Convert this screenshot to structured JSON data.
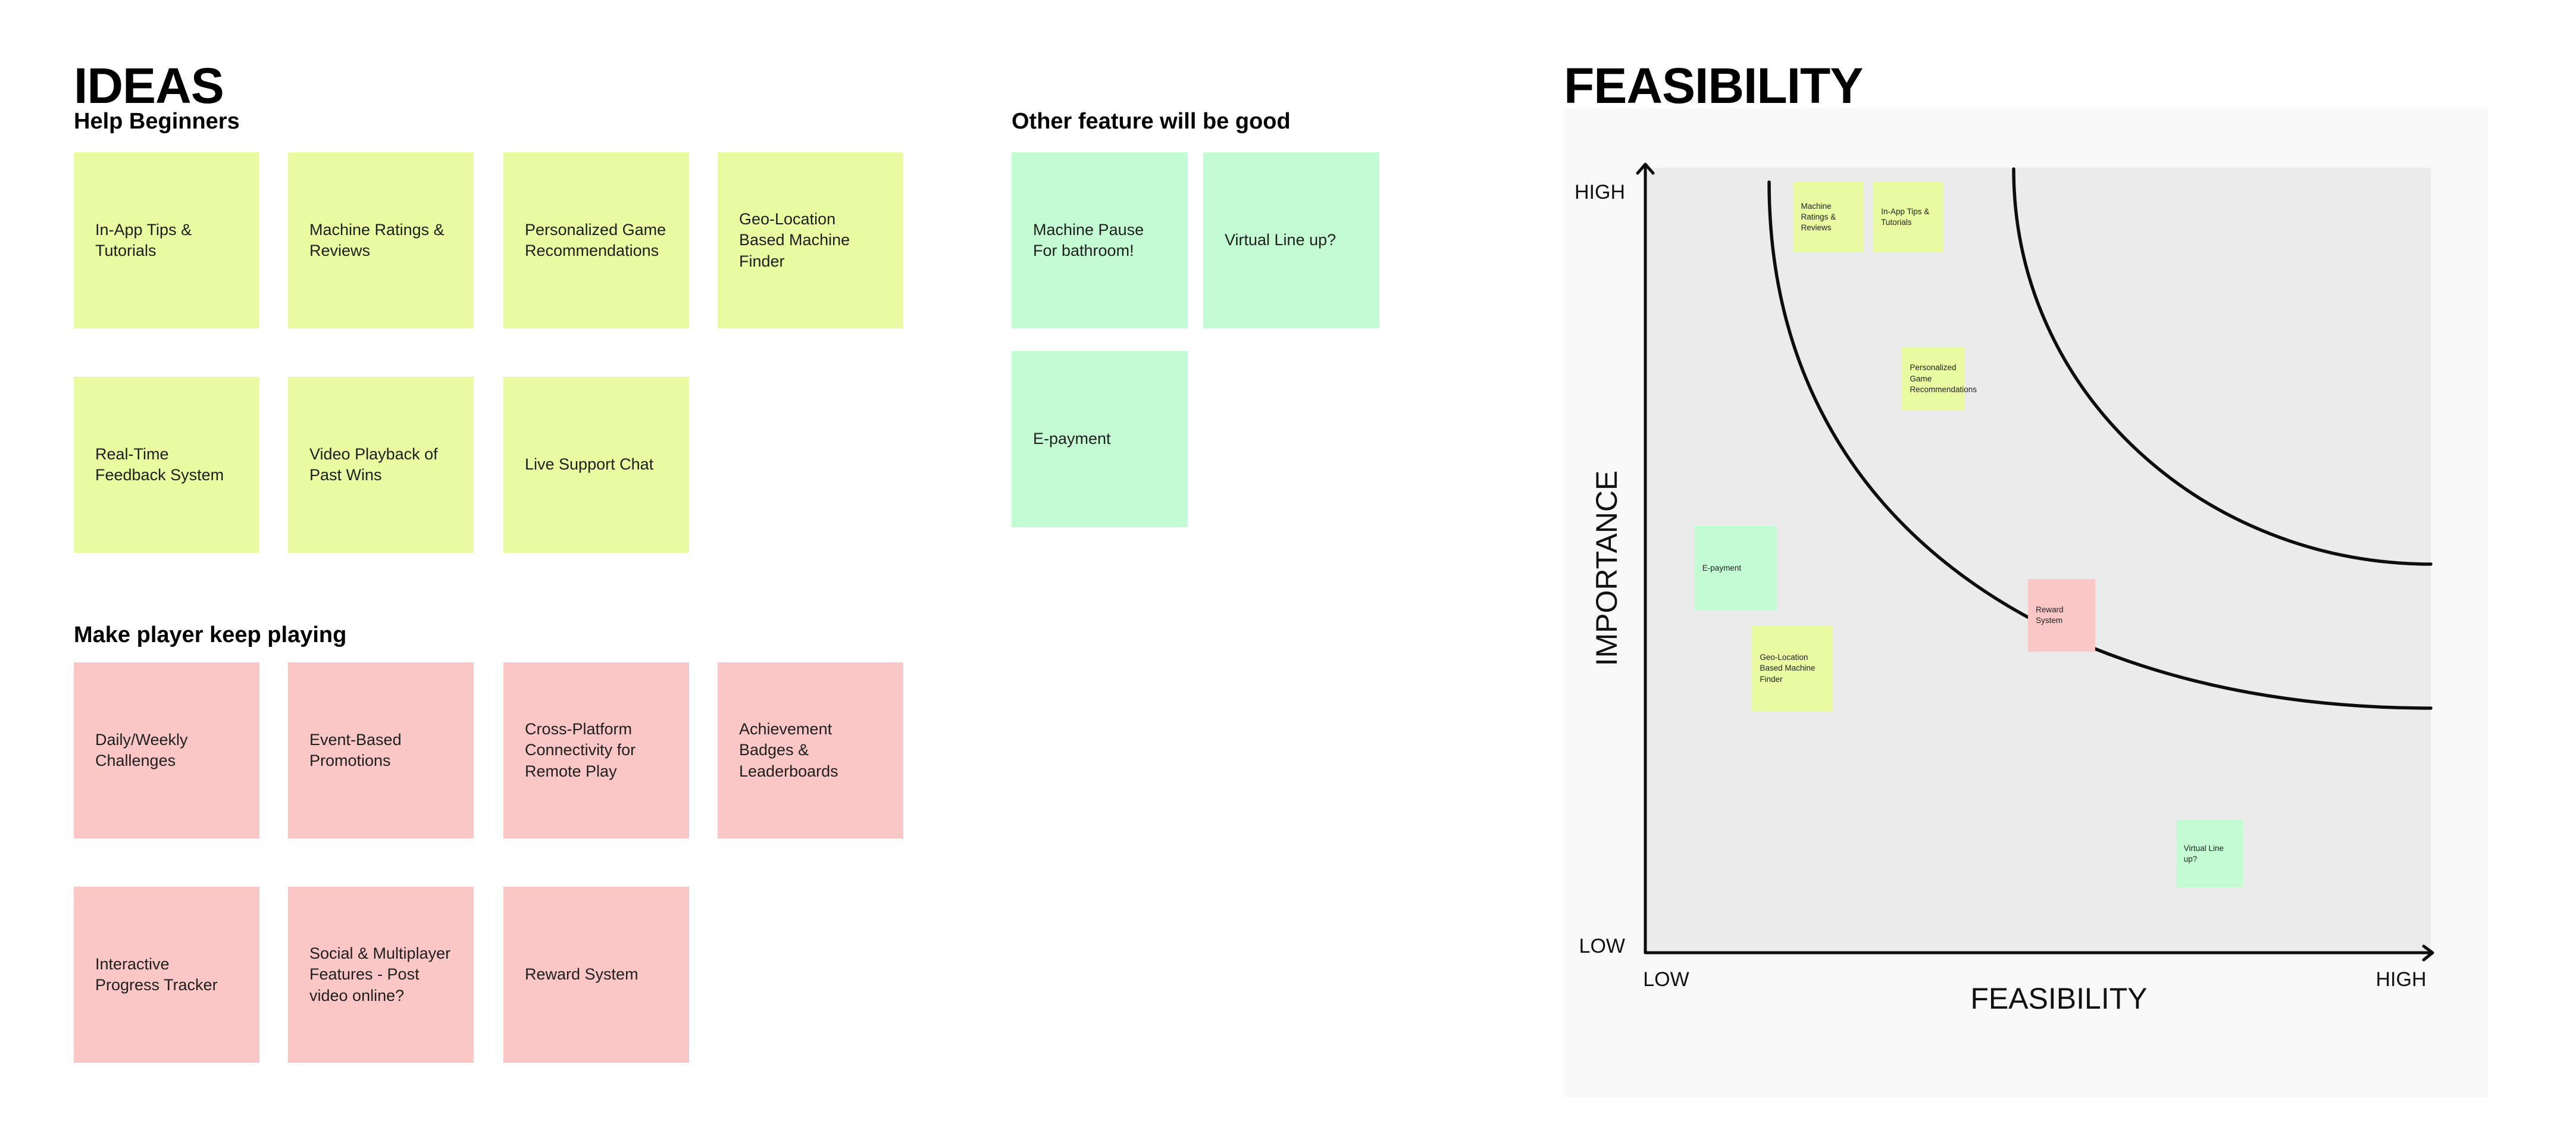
{
  "colors": {
    "yellow": "#E9FAA1",
    "pink": "#FBC7C6",
    "green": "#C3FCD2",
    "plot_bg": "#EBEBEB",
    "panel_bg": "#F8F8F8",
    "ink": "#0D0D0D"
  },
  "ideas": {
    "title": "IDEAS",
    "groups": [
      {
        "heading": "Help Beginners",
        "color": "yellow",
        "rows": [
          [
            "In-App Tips &\nTutorials",
            "Machine Ratings &\nReviews",
            "Personalized Game\nRecommendations",
            "Geo-Location\nBased Machine\nFinder"
          ],
          [
            "Real-Time\nFeedback System",
            "Video Playback of\nPast Wins",
            "Live Support Chat"
          ]
        ]
      },
      {
        "heading": "Make player keep playing",
        "color": "pink",
        "rows": [
          [
            "Daily/Weekly\nChallenges",
            "Event-Based\nPromotions",
            "Cross-Platform\nConnectivity for\nRemote Play",
            "Achievement\nBadges &\nLeaderboards"
          ],
          [
            "Interactive\nProgress Tracker",
            "Social & Multiplayer\nFeatures - Post\nvideo online?",
            "Reward System"
          ]
        ]
      },
      {
        "heading": "Other feature will be good",
        "color": "green",
        "rows": [
          [
            "Machine Pause\nFor bathroom!",
            "Virtual Line up?"
          ],
          [
            "E-payment"
          ]
        ]
      }
    ]
  },
  "feasibility": {
    "title": "FEASIBILITY",
    "y_axis": {
      "label": "IMPORTANCE",
      "top": "HIGH",
      "bottom": "LOW"
    },
    "x_axis": {
      "label": "FEASIBILITY",
      "left": "LOW",
      "right": "HIGH"
    }
  },
  "chart_data": {
    "type": "scatter",
    "title": "FEASIBILITY",
    "xlabel": "FEASIBILITY",
    "ylabel": "IMPORTANCE",
    "x_ticks": [
      "LOW",
      "HIGH"
    ],
    "y_ticks": [
      "LOW",
      "HIGH"
    ],
    "x_range": [
      0,
      1
    ],
    "y_range": [
      0,
      1
    ],
    "zones": "two concentric arcs from top edge to right edge dividing priority bands",
    "points": [
      {
        "label": "Machine Ratings &\nReviews",
        "color": "yellow",
        "feasibility": 0.233,
        "importance": 0.937,
        "w": 118,
        "h": 118
      },
      {
        "label": "In-App Tips &\nTutorials",
        "color": "yellow",
        "feasibility": 0.335,
        "importance": 0.937,
        "w": 118,
        "h": 118
      },
      {
        "label": "Personalized Game\nRecommendations",
        "color": "yellow",
        "feasibility": 0.367,
        "importance": 0.731,
        "w": 106,
        "h": 106
      },
      {
        "label": "E-payment",
        "color": "green",
        "feasibility": 0.115,
        "importance": 0.49,
        "w": 138,
        "h": 142
      },
      {
        "label": "Geo-Location\nBased Machine\nFinder",
        "color": "yellow",
        "feasibility": 0.187,
        "importance": 0.362,
        "w": 135,
        "h": 145
      },
      {
        "label": "Reward System",
        "color": "pink",
        "feasibility": 0.53,
        "importance": 0.43,
        "w": 113,
        "h": 122
      },
      {
        "label": "Virtual Line up?",
        "color": "green",
        "feasibility": 0.718,
        "importance": 0.126,
        "w": 112,
        "h": 113
      }
    ]
  }
}
